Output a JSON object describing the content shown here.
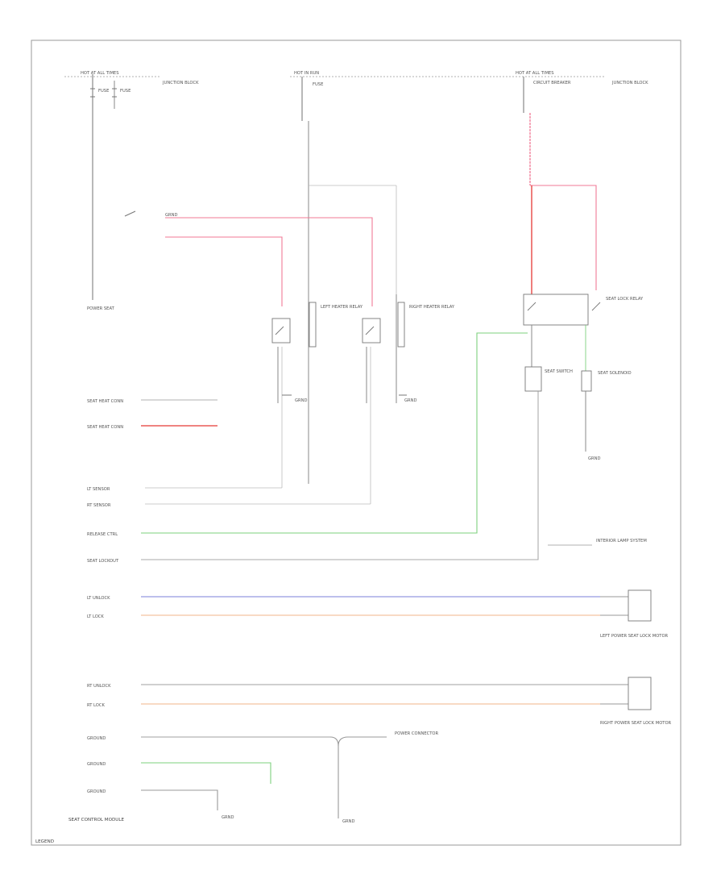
{
  "diagram": {
    "border_color": "#999999",
    "colors": {
      "pink": "#f07a96",
      "red": "#e53935",
      "green": "#7ed07e",
      "blue": "#7b7fd8",
      "orange": "#f2b48a",
      "gray": "#a0a0a0",
      "dark": "#666666"
    },
    "corner_code": "LEGEND",
    "top_labels": {
      "hot_at_all_times_left": "HOT AT ALL TIMES",
      "fuse_a": "FUSE",
      "fuse_b": "FUSE",
      "junction_block_left": "JUNCTION BLOCK",
      "hot_in_run": "HOT IN RUN",
      "fuse_c": "FUSE",
      "hot_at_all_times_right": "HOT AT ALL TIMES",
      "circuit_breaker": "CIRCUIT BREAKER",
      "junction_block_right": "JUNCTION BLOCK",
      "power_seat": "POWER SEAT"
    },
    "relay_labels": {
      "left_heater": "LEFT HEATER RELAY",
      "right_heater": "RIGHT HEATER RELAY",
      "seat_lock": "SEAT LOCK RELAY",
      "seat_switch": "SEAT SWITCH",
      "seat_solenoid": "SEAT SOLENOID"
    },
    "pin_labels": {
      "left_seat_heat": "SEAT HEAT CONN",
      "right_seat_heat": "SEAT HEAT CONN",
      "lt_sensor": "LT SENSOR",
      "rt_sensor": "RT SENSOR",
      "release_ctrl": "RELEASE CTRL",
      "seat_lockout": "SEAT LOCKOUT",
      "lt_unlock": "LT UNLOCK",
      "lt_lock": "LT LOCK",
      "rt_unlock": "RT UNLOCK",
      "rt_lock": "RT LOCK",
      "ground_a": "GROUND",
      "ground_b": "GROUND",
      "ground_c": "GROUND",
      "module": "SEAT CONTROL MODULE"
    },
    "right_labels": {
      "left_lock_motor": "LEFT POWER SEAT LOCK MOTOR",
      "right_lock_motor": "RIGHT POWER SEAT LOCK MOTOR",
      "interior_lamp": "INTERIOR LAMP SYSTEM",
      "power_connector": "POWER CONNECTOR"
    },
    "ground_labels": {
      "g1": "GRND",
      "g2": "GRND",
      "g3": "GRND",
      "g4": "GRND",
      "g5": "GRND",
      "g6": "GRND"
    }
  }
}
